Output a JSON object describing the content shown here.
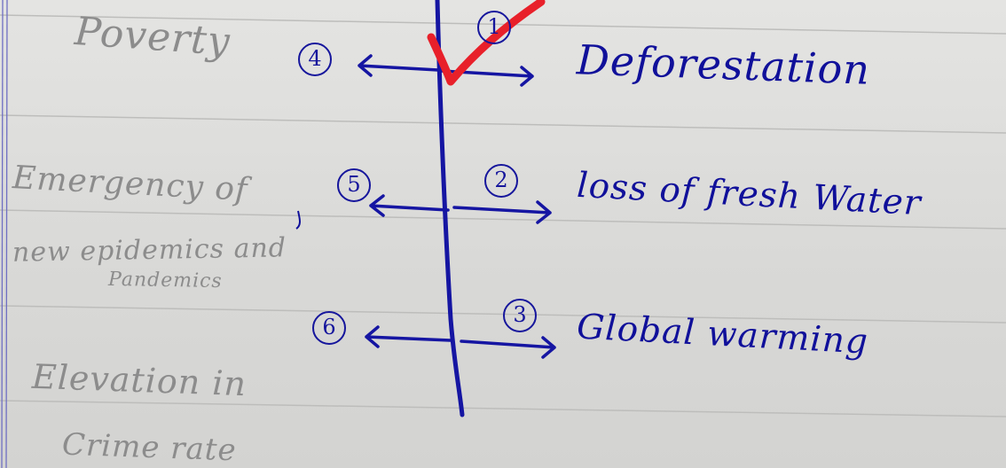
{
  "center_items": [
    {
      "number": "1",
      "text": "Deforestation"
    },
    {
      "number": "2",
      "text": "loss of fresh Water"
    },
    {
      "number": "3",
      "text": "Global warming"
    }
  ],
  "left_items": [
    {
      "number": "4",
      "text": "Poverty"
    },
    {
      "number": "5",
      "text_line1": "Emergency of",
      "text_line2": "new epidemics and",
      "text_line3": "Pandemics"
    },
    {
      "number": "6",
      "text_line1": "Elevation in",
      "text_line2": "Crime rate"
    }
  ],
  "colors": {
    "ink": "#10109a",
    "check_mark": "#e8202a",
    "paper": "#dcdcda",
    "rule_lines": "#bdbdbb",
    "margin_lines": "#6f6fc2"
  },
  "decorations": {
    "check_mark": "red-check-icon"
  }
}
